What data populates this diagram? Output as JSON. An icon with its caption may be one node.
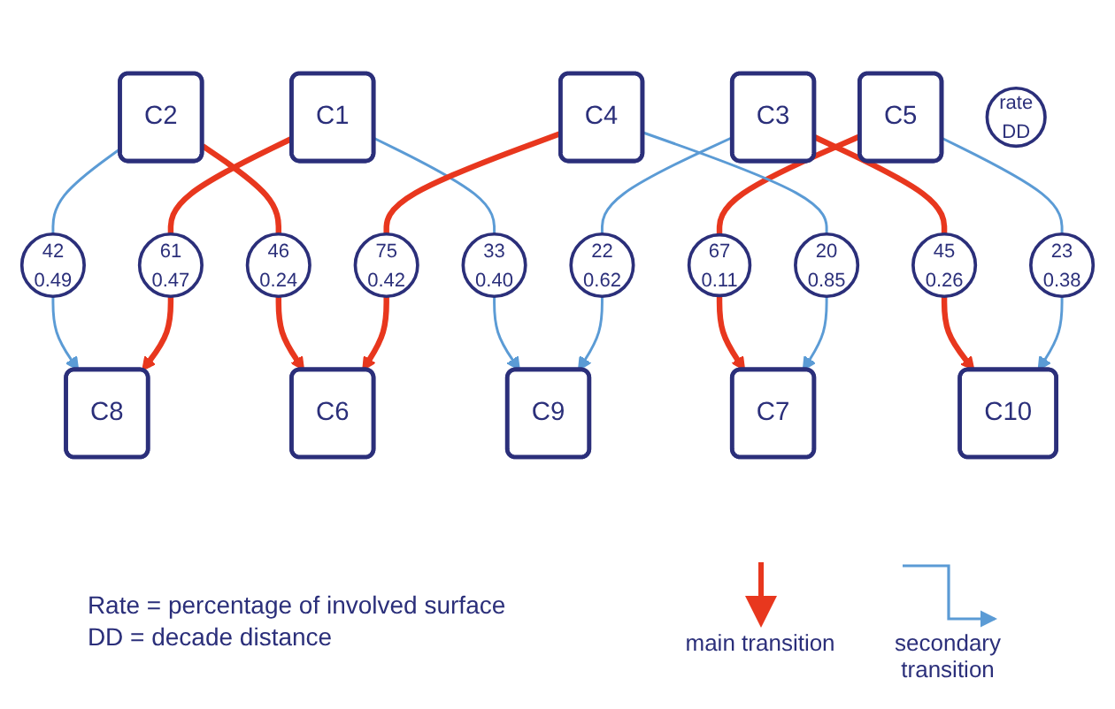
{
  "diagram": {
    "nodes": [
      {
        "text": [
          "C2"
        ]
      },
      {
        "text": [
          "C1"
        ]
      },
      {
        "text": [
          "C3"
        ]
      },
      {
        "text": [
          "C5"
        ]
      },
      {
        "text": [
          "C4"
        ]
      },
      {
        "text": [
          "46",
          "0.24"
        ]
      },
      {
        "text": [
          "42",
          "0.49"
        ]
      },
      {
        "text": [
          "61",
          "0.47"
        ]
      },
      {
        "text": [
          "33",
          "0.40"
        ]
      },
      {
        "text": [
          "22",
          "0.62"
        ]
      },
      {
        "text": [
          "45",
          "0.26"
        ]
      },
      {
        "text": [
          "23",
          "0.38"
        ]
      },
      {
        "text": [
          "67",
          "0.11"
        ]
      },
      {
        "text": [
          "20",
          "0.85"
        ]
      },
      {
        "text": [
          "C6"
        ]
      },
      {
        "text": [
          "C8"
        ]
      },
      {
        "text": [
          "C9"
        ]
      },
      {
        "text": [
          "C10"
        ]
      },
      {
        "text": [
          "C7"
        ]
      },
      {
        "text": [
          "75",
          "0.42"
        ]
      },
      {
        "text": [
          "rate",
          "DD"
        ]
      }
    ],
    "edges": [
      {
        "from": 0,
        "to": 5,
        "arrow": "none",
        "style": "thick",
        "color": "#e8371e"
      },
      {
        "from": 5,
        "to": 14,
        "arrow": "to",
        "style": "thick",
        "color": "#e8371e"
      },
      {
        "from": 0,
        "to": 6,
        "arrow": "none",
        "color": "#5b9bd5"
      },
      {
        "from": 6,
        "to": 15,
        "arrow": "to",
        "color": "#5b9bd5"
      },
      {
        "from": 1,
        "to": 7,
        "arrow": "none",
        "style": "thick",
        "color": "#e8371e"
      },
      {
        "from": 7,
        "to": 15,
        "arrow": "to",
        "style": "thick",
        "color": "#e8371e"
      },
      {
        "from": 1,
        "to": 8,
        "arrow": "none",
        "color": "#5b9bd5"
      },
      {
        "from": 8,
        "to": 16,
        "arrow": "to",
        "color": "#5b9bd5"
      },
      {
        "from": 2,
        "to": 9,
        "arrow": "none",
        "color": "#5b9bd5"
      },
      {
        "from": 9,
        "to": 16,
        "arrow": "to",
        "color": "#5b9bd5"
      },
      {
        "from": 2,
        "to": 10,
        "arrow": "none",
        "style": "thick",
        "color": "#e8371e"
      },
      {
        "from": 10,
        "to": 17,
        "arrow": "to",
        "style": "thick",
        "color": "#e8371e"
      },
      {
        "from": 3,
        "to": 11,
        "arrow": "none",
        "color": "#5b9bd5"
      },
      {
        "from": 11,
        "to": 17,
        "arrow": "to",
        "color": "#5b9bd5"
      },
      {
        "from": 3,
        "to": 12,
        "arrow": "none",
        "style": "thick",
        "color": "#e8371e"
      },
      {
        "from": 12,
        "to": 18,
        "arrow": "to",
        "style": "thick",
        "color": "#e8371e"
      },
      {
        "from": 4,
        "to": 13,
        "arrow": "none",
        "color": "#5b9bd5"
      },
      {
        "from": 13,
        "to": 18,
        "arrow": "to",
        "color": "#5b9bd5"
      },
      {
        "from": 4,
        "to": 19,
        "arrow": "none",
        "style": "thick",
        "color": "#e8371e"
      },
      {
        "from": 19,
        "to": 14,
        "arrow": "to",
        "style": "thick",
        "color": "#e8371e"
      }
    ],
    "labels": [
      "Rate = percentage of involved surface",
      "DD = decade distance"
    ],
    "legend": [
      {
        "text": "main transition"
      },
      {
        "text": "secondary transition"
      }
    ]
  }
}
